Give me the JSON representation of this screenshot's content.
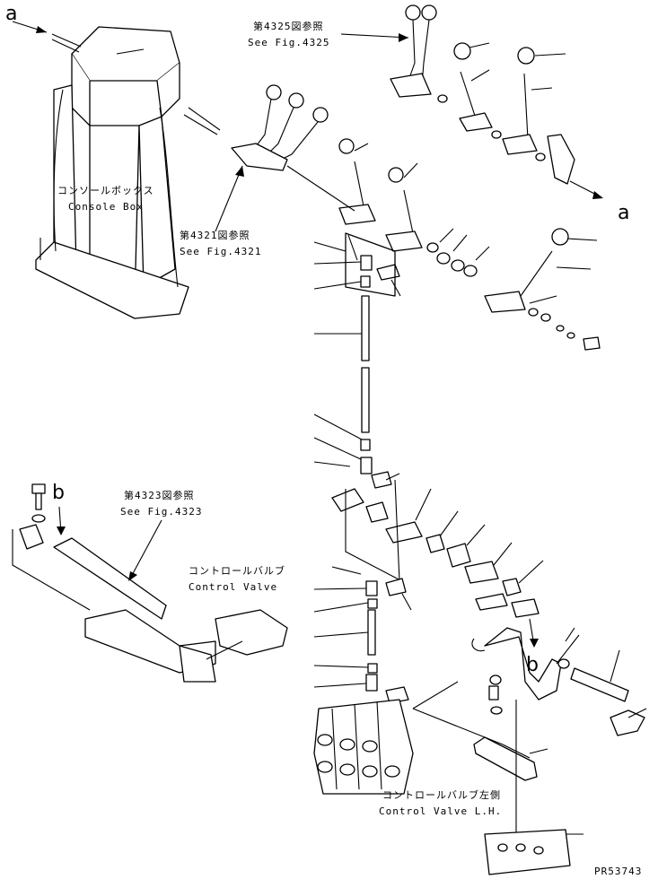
{
  "labels": {
    "console_box_jp": "コンソールボックス",
    "console_box_en": "Console Box",
    "fig4321_jp": "第4321図参照",
    "fig4321_en": "See Fig.4321",
    "fig4325_jp": "第4325図参照",
    "fig4325_en": "See Fig.4325",
    "fig4323_jp": "第4323図参照",
    "fig4323_en": "See Fig.4323",
    "control_valve_jp": "コントロールバルブ",
    "control_valve_en": "Control Valve",
    "control_valve_lh_jp": "コントロールバルブ左側",
    "control_valve_lh_en": "Control Valve L.H.",
    "ref_a_left": "a",
    "ref_a_right": "a",
    "ref_b_left": "b",
    "ref_b_right": "b",
    "drawing_number": "PR53743"
  }
}
